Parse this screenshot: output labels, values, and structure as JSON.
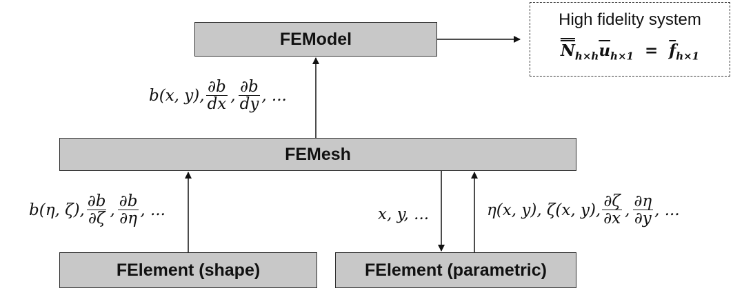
{
  "boxes": {
    "femodel": "FEModel",
    "femesh": "FEMesh",
    "felement_shape": "FElement (shape)",
    "felement_parametric": "FElement (parametric)"
  },
  "high_fidelity": {
    "title": "High fidelity system",
    "eq": {
      "N": "N",
      "N_sub": "h×h",
      "u": "u",
      "u_sub": "h×1",
      "equals": "=",
      "f": "f",
      "f_sub": "h×1"
    }
  },
  "labels": {
    "mesh_to_model": {
      "lead": "b(x, y),",
      "f1_num": "∂b",
      "f1_den": "dx",
      "f2_num": "∂b",
      "f2_den": "dy",
      "tail": ", ..."
    },
    "shape_to_mesh": {
      "lead": "b(η, ζ),",
      "f1_num": "∂b",
      "f1_den": "∂ζ",
      "f2_num": "∂b",
      "f2_den": "∂η",
      "tail": ", ..."
    },
    "mesh_to_param": {
      "text": "x, y, ..."
    },
    "param_to_mesh": {
      "lead": "η(x, y), ζ(x, y),",
      "f1_num": "∂ζ",
      "f1_den": "∂x",
      "f2_num": "∂η",
      "f2_den": "∂y",
      "tail": ", ..."
    }
  }
}
